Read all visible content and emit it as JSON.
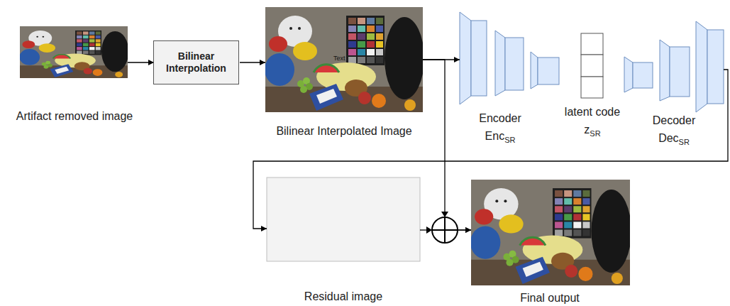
{
  "diagram": {
    "nodes": [
      {
        "text": [
          "Artifact removed image"
        ]
      },
      {
        "text": [
          "Bilinear Interpolation"
        ]
      },
      {
        "text": [
          "Bilinear Interpolated Image"
        ]
      },
      {
        "text": [
          "Encoder",
          "Enc",
          "SR"
        ]
      },
      {
        "text": [
          "latent code",
          "z",
          "SR"
        ]
      },
      {
        "text": [
          "Decoder",
          "Dec",
          "SR"
        ]
      },
      {
        "text": [
          "Residual image"
        ]
      },
      {
        "text": [
          "Final output"
        ]
      }
    ],
    "edges": [
      {
        "from": 0,
        "to": 1,
        "arrow": "to"
      },
      {
        "from": 1,
        "to": 2,
        "arrow": "to"
      },
      {
        "from": 2,
        "to": 3,
        "arrow": "to"
      },
      {
        "from": 5,
        "to": 6,
        "arrow": "to"
      },
      {
        "from": 2,
        "to": 7,
        "arrow": "to"
      },
      {
        "from": 6,
        "to": 7,
        "arrow": "to"
      }
    ],
    "labels": [
      "Text"
    ]
  }
}
